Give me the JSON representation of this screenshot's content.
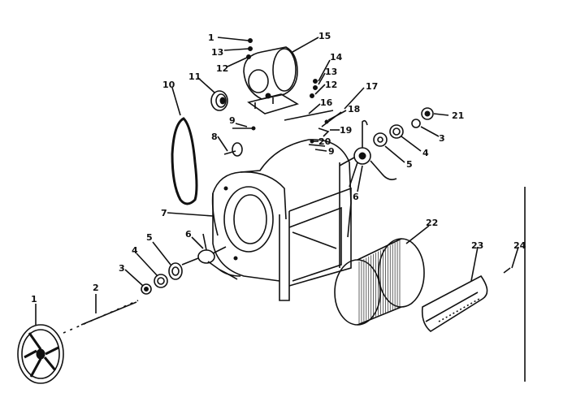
{
  "diagram": {
    "callouts": [
      {
        "id": "c1a",
        "text": "1"
      },
      {
        "id": "c2",
        "text": "2"
      },
      {
        "id": "c3a",
        "text": "3"
      },
      {
        "id": "c4a",
        "text": "4"
      },
      {
        "id": "c5a",
        "text": "5"
      },
      {
        "id": "c6a",
        "text": "6"
      },
      {
        "id": "c7",
        "text": "7"
      },
      {
        "id": "c8",
        "text": "8"
      },
      {
        "id": "c9a",
        "text": "9"
      },
      {
        "id": "c9b",
        "text": "9"
      },
      {
        "id": "c10",
        "text": "10"
      },
      {
        "id": "c11",
        "text": "11"
      },
      {
        "id": "c1b",
        "text": "1"
      },
      {
        "id": "c13a",
        "text": "13"
      },
      {
        "id": "c12a",
        "text": "12"
      },
      {
        "id": "c15",
        "text": "15"
      },
      {
        "id": "c14",
        "text": "14"
      },
      {
        "id": "c13b",
        "text": "13"
      },
      {
        "id": "c12b",
        "text": "12"
      },
      {
        "id": "c16",
        "text": "16"
      },
      {
        "id": "c17",
        "text": "17"
      },
      {
        "id": "c18",
        "text": "18"
      },
      {
        "id": "c19",
        "text": "19"
      },
      {
        "id": "c20",
        "text": "20"
      },
      {
        "id": "c21",
        "text": "21"
      },
      {
        "id": "c3b",
        "text": "3"
      },
      {
        "id": "c4b",
        "text": "4"
      },
      {
        "id": "c5b",
        "text": "5"
      },
      {
        "id": "c6b",
        "text": "6"
      },
      {
        "id": "c22",
        "text": "22"
      },
      {
        "id": "c23",
        "text": "23"
      },
      {
        "id": "c24",
        "text": "24"
      }
    ]
  }
}
